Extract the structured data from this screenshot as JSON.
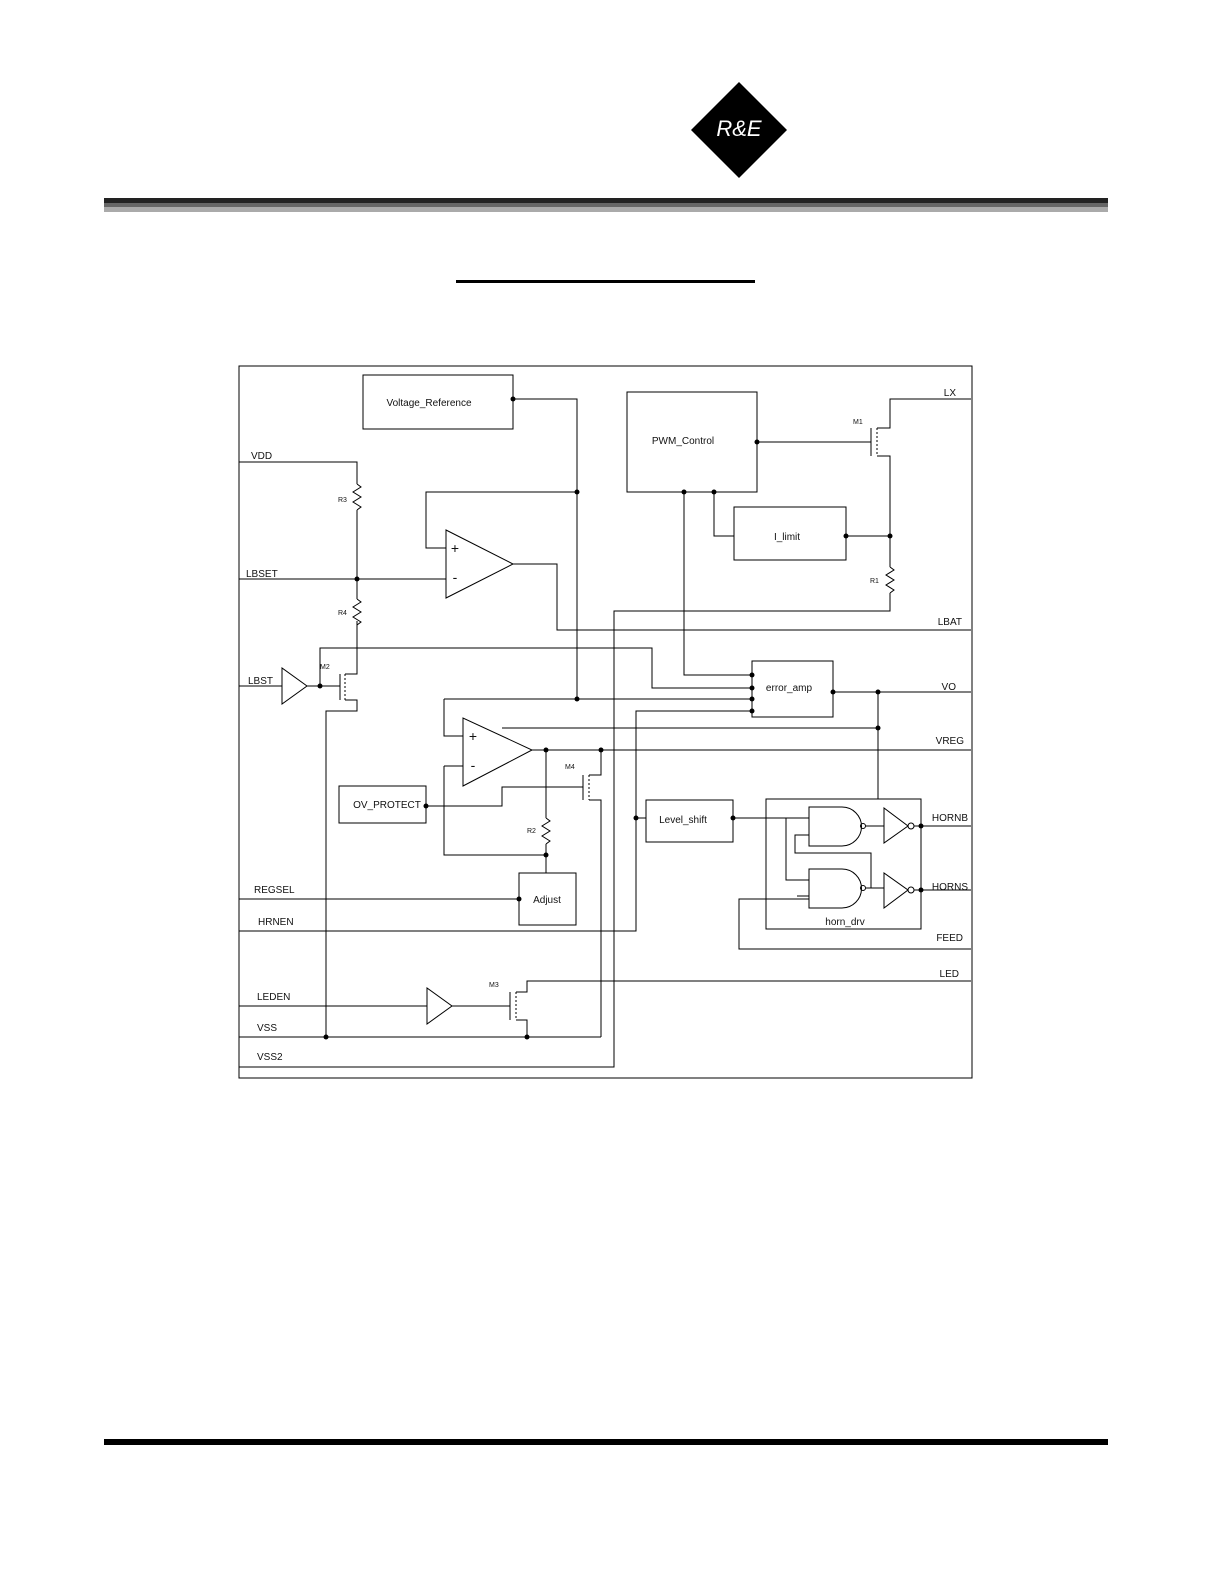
{
  "header": {
    "logo_text": "R&E"
  },
  "diagram": {
    "blocks": {
      "voltage_reference": "Voltage_Reference",
      "pwm_control": "PWM_Control",
      "i_limit": "I_limit",
      "error_amp": "error_amp",
      "ov_protect": "OV_PROTECT",
      "level_shift": "Level_shift",
      "adjust": "Adjust",
      "horn_drv": "horn_drv"
    },
    "pins_left": {
      "vdd": "VDD",
      "lbset": "LBSET",
      "lbst": "LBST",
      "regsel": "REGSEL",
      "hrnen": "HRNEN",
      "leden": "LEDEN",
      "vss": "VSS",
      "vss2": "VSS2"
    },
    "pins_right": {
      "lx": "LX",
      "lbat": "LBAT",
      "vo": "VO",
      "vreg": "VREG",
      "hornb": "HORNB",
      "horns": "HORNS",
      "feed": "FEED",
      "led": "LED"
    },
    "components": {
      "r1": "R1",
      "r2": "R2",
      "r3": "R3",
      "r4": "R4",
      "m1": "M1",
      "m2": "M2",
      "m3": "M3",
      "m4": "M4"
    },
    "opamp_signs": {
      "plus": "+",
      "minus": "-"
    }
  }
}
